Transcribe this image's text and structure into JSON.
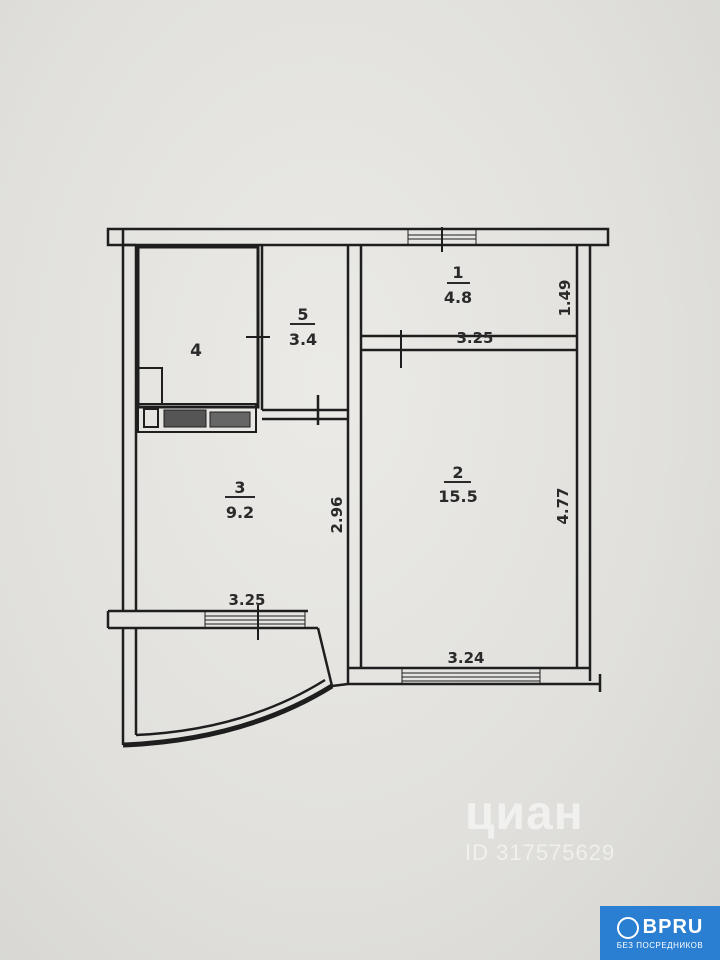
{
  "rooms": [
    {
      "id": "1",
      "number": "1",
      "area": "4.8"
    },
    {
      "id": "2",
      "number": "2",
      "area": "15.5"
    },
    {
      "id": "3",
      "number": "3",
      "area": "9.2"
    },
    {
      "id": "4",
      "number": "4",
      "area": ""
    },
    {
      "id": "5",
      "number": "5",
      "area": "3.4"
    }
  ],
  "dimensions": {
    "room1_height": "1.49",
    "room1_width": "3.25",
    "room2_height": "4.77",
    "room2_width": "3.24",
    "room3_height": "2.96",
    "room3_width": "3.25"
  },
  "watermark": {
    "name": "циан",
    "id": "ID 317575629"
  },
  "logo": {
    "name": "BPRU",
    "tagline": "БЕЗ ПОСРЕДНИКОВ"
  },
  "colors": {
    "wall": "#1e1e1e",
    "background": "#e4e3df",
    "logo": "#2a7fd2"
  }
}
